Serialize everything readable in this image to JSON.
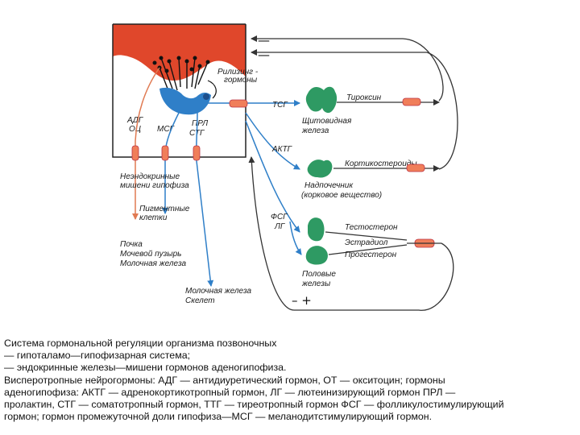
{
  "colors": {
    "hypothalamus": "#e0472b",
    "pituitary": "#2f7fc8",
    "gland": "#2e9a63",
    "arrow": "#2f7fc8",
    "arrow_orange": "#e07a52",
    "feedback": "#333333",
    "capsule": "#f07e5a"
  },
  "diagram": {
    "minus_top1": "—",
    "minus_top2": "—",
    "releasing_1": "Рилизинг -",
    "releasing_2": "гормоны",
    "adg": "АДГ",
    "ot": "ОЦ",
    "msg": "МСГ",
    "prl": "ПРЛ",
    "stg": "СТГ",
    "tsg": "ТСГ",
    "thyroxin": "Тироксин",
    "thyroid_1": "Щитовидная",
    "thyroid_2": "железа",
    "aktg": "АКТГ",
    "corticosteroids": "Кортикостероиды",
    "adrenal_1": "Надпочечник",
    "adrenal_2": "(корковое вещество)",
    "fsg": "ФСГ",
    "lg": "ЛГ",
    "testosterone": "Тестостерон",
    "estradiol": "Эстрадиол",
    "progesterone": "Прогестерон",
    "gonads_1": "Половые",
    "gonads_2": "железы",
    "neuro_targets_1": "Неэндокринные",
    "neuro_targets_2": "мишени гипофиза",
    "pigment_1": "Пигментные",
    "pigment_2": "клетки",
    "kidney_1": "Почка",
    "kidney_2": "Мочевой пузырь",
    "kidney_3": "Молочная железа",
    "mammary_1": "Молочная железа",
    "mammary_2": "Скелет",
    "minus_plus": "– +"
  },
  "caption": {
    "line1": "Система гормональной регуляции организма позвоночных",
    "line2": " — гипоталамо—гипофизарная система;",
    "line3": " — эндокринные железы—мишени гормонов аденогипофиза.",
    "line4": "Висперотропные нейрогормоны: АДГ — антидиуретический гормон, ОТ — окситоцин; гормоны",
    "line5": "аденогипофиза: АКТГ — адренокортикотропный гормон, ЛГ — лютеинизирующий гормон ПРЛ —",
    "line6": "пролактин, СТГ — соматотропный гормон, ТТГ — тиреотропный гормон ФСГ — фолликулостимулирующий",
    "line7": "гормон; гормон промежуточной доли гипофиза—МСГ — меланодитстимулирующий гормон."
  }
}
